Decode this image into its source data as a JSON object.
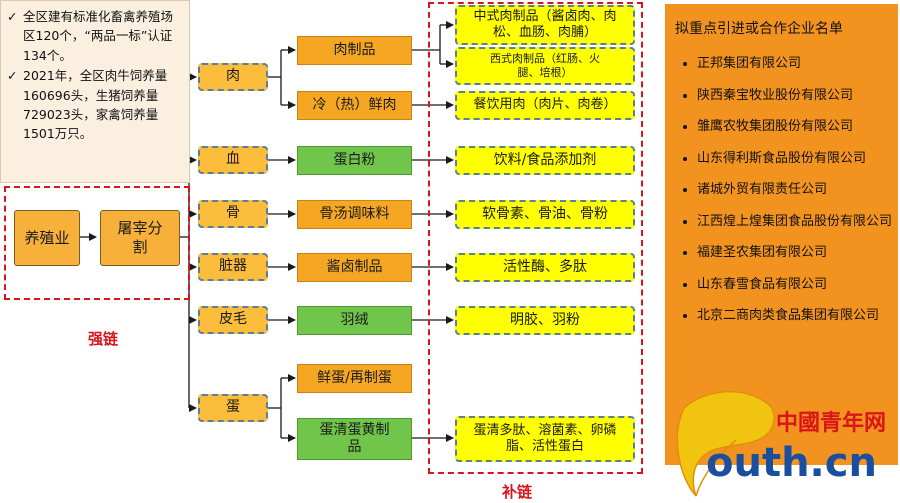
{
  "info_panel": {
    "items": [
      "全区建有标准化畜禽养殖场区120个，“两品一标”认证 134个。",
      "2021年，全区肉牛饲养量160696头，生猪饲养量729023头，家禽饲养量1501万只。"
    ]
  },
  "strong_chain": {
    "label": "强链",
    "nodes": [
      "养殖业",
      "屠宰分割"
    ]
  },
  "categories": [
    "肉",
    "血",
    "骨",
    "脏器",
    "皮毛",
    "蛋"
  ],
  "products": [
    "肉制品",
    "冷（热）鲜肉",
    "蛋白粉",
    "骨汤调味料",
    "酱卤制品",
    "羽绒",
    "鲜蛋/再制蛋",
    "蛋清蛋黄制品"
  ],
  "supplement_chain": {
    "label": "补链",
    "items": [
      "中式肉制品（酱卤肉、肉松、血肠、肉脯）",
      "西式肉制品（红肠、火腿、培根）",
      "餐饮用肉（肉片、肉卷）",
      "饮料/食品添加剂",
      "软骨素、骨油、骨粉",
      "活性酶、多肽",
      "明胶、羽粉",
      "蛋清多肽、溶菌素、卵磷脂、活性蛋白"
    ]
  },
  "companies": {
    "title": "拟重点引进或合作企业名单",
    "items": [
      "正邦集团有限公司",
      "陕西秦宝牧业股份有限公司",
      "雏鹰农牧集团股份有限公司",
      "山东得利斯食品股份有限公司",
      "诸城外贸有限责任公司",
      "江西煌上煌集团食品股份有限公司",
      "福建圣农集团有限公司",
      "山东春雪食品有限公司",
      "北京二商肉类食品集团有限公司"
    ]
  },
  "watermark": {
    "brand_cn": "中國青年网",
    "brand_en": "outh.cn"
  },
  "colors": {
    "orange": "#f5a623",
    "green": "#70c54a",
    "yellow": "#ffff00",
    "red_dashed": "#d9141b",
    "panel_orange": "#f3931f"
  }
}
